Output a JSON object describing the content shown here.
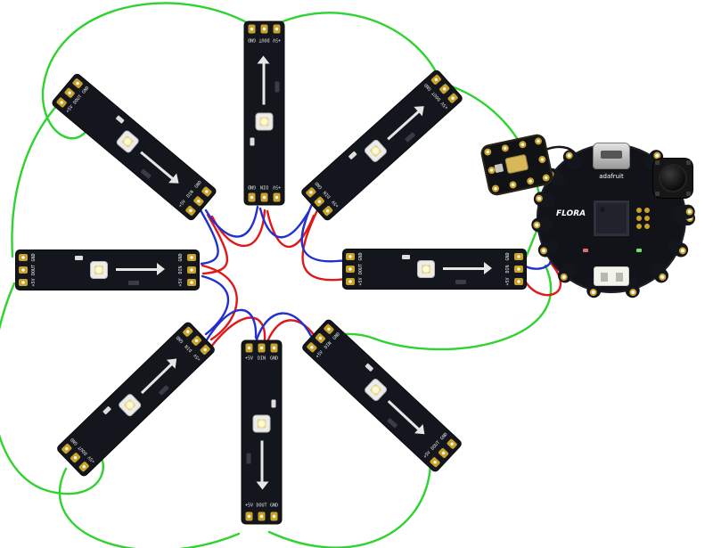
{
  "colors": {
    "wire_ground_green": "#2fd32f",
    "wire_power_red": "#e01818",
    "wire_data_blue": "#2230cf",
    "wire_black": "#151515",
    "pad_gold": "#c9a227",
    "pcb_dark": "#14161d",
    "background": "#ffffff"
  },
  "strip_labels": {
    "gnd": "GND",
    "din": "DIN",
    "dout": "DOUT",
    "plus5v": "+5V"
  },
  "flora": {
    "brand": "adafruit",
    "name": "FLORA"
  }
}
